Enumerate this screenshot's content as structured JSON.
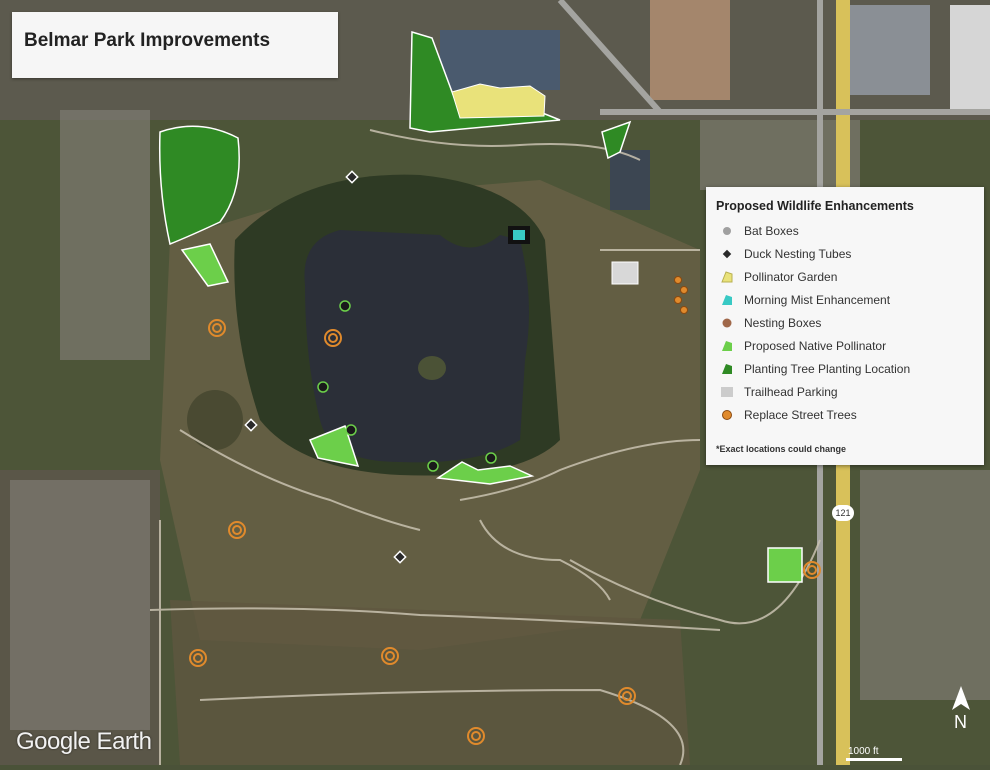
{
  "title": "Belmar Park Improvements",
  "legend": {
    "title": "Proposed Wildlife Enhancements",
    "items": [
      {
        "label": "Bat Boxes",
        "icon": "gray-dot",
        "color": "#a0a0a0"
      },
      {
        "label": "Duck Nesting Tubes",
        "icon": "dark-square",
        "color": "#2a2a2a"
      },
      {
        "label": "Pollinator Garden",
        "icon": "yellow-polygon",
        "color": "#e9e27a"
      },
      {
        "label": "Morning Mist Enhancement",
        "icon": "teal-polygon",
        "color": "#38c9c4"
      },
      {
        "label": "Nesting Boxes",
        "icon": "brown-dot",
        "color": "#a0684a"
      },
      {
        "label": "Proposed Native Pollinator",
        "icon": "lightgreen-polygon",
        "color": "#6ccf4a"
      },
      {
        "label": "Planting Tree Planting Location",
        "icon": "darkgreen-polygon",
        "color": "#2f8a24"
      },
      {
        "label": "Trailhead Parking",
        "icon": "gray-square",
        "color": "#cccccc"
      },
      {
        "label": "Replace Street Trees",
        "icon": "orange-ring",
        "color": "#e08a2c"
      }
    ],
    "note": "*Exact locations could change"
  },
  "attribution": "Google Earth",
  "scale_label": "1000 ft",
  "north_label": "N",
  "highway_label": "121"
}
